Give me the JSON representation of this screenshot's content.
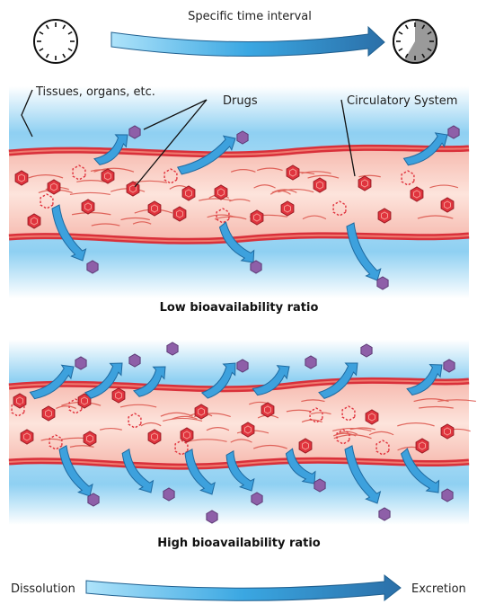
{
  "top": {
    "time_label": "Specific time interval"
  },
  "labels": {
    "tissues": "Tissues, organs, etc.",
    "drugs": "Drugs",
    "circulatory": "Circulatory System"
  },
  "panels": [
    {
      "caption": "Low bioavailability ratio"
    },
    {
      "caption": "High bioavailability ratio"
    }
  ],
  "bottom": {
    "start": "Dissolution",
    "end": "Excretion"
  },
  "colors": {
    "vessel_wall": "#d9303a",
    "vessel_fill": "#f9cdc4",
    "tissue": "#8fd0f2",
    "arrow": "#3da1dd",
    "drug_in_blood": "#e0343e",
    "drug_in_tissue": "#8e5fa8"
  }
}
